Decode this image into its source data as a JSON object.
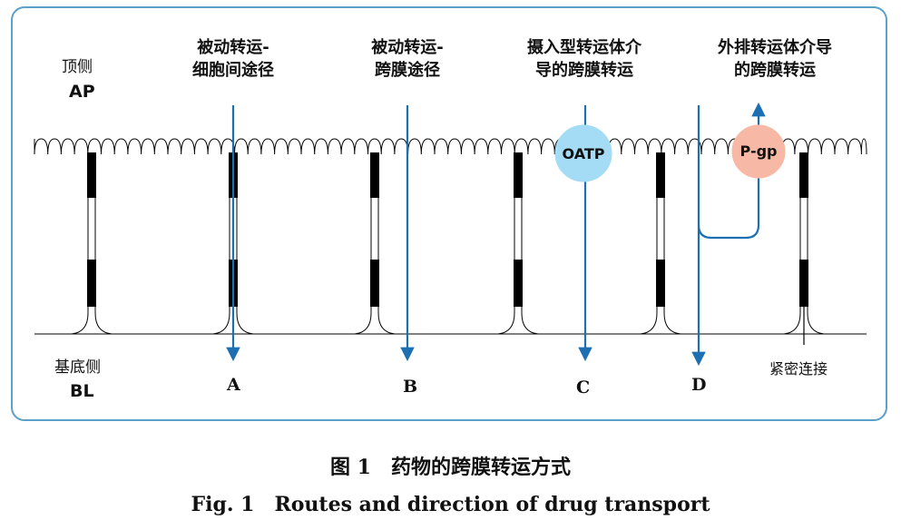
{
  "sides": {
    "apical_cn": "顶侧",
    "apical_en": "AP",
    "basal_cn": "基底侧",
    "basal_en": "BL"
  },
  "routes": [
    {
      "line1": "被动转运-",
      "line2": "细胞间途径",
      "letter": "A"
    },
    {
      "line1": "被动转运-",
      "line2": "跨膜途径",
      "letter": "B"
    },
    {
      "line1": "摄入型转运体介",
      "line2": "导的跨膜转运",
      "letter": "C"
    },
    {
      "line1": "外排转运体介导",
      "line2": "的跨膜转运",
      "letter": "D"
    }
  ],
  "transporters": {
    "influx": {
      "label": "OATP",
      "color": "#a3dcf4"
    },
    "efflux": {
      "label": "P-gp",
      "color": "#f7b9a6"
    }
  },
  "tight_junction_label": "紧密连接",
  "caption": {
    "cn": "图 1　药物的跨膜转运方式",
    "en": "Fig. 1　Routes and direction of drug transport"
  },
  "colors": {
    "frame": "#5aa0c8",
    "arrow": "#1c6fb0",
    "junction": "#000000",
    "membrane": "#000000"
  }
}
